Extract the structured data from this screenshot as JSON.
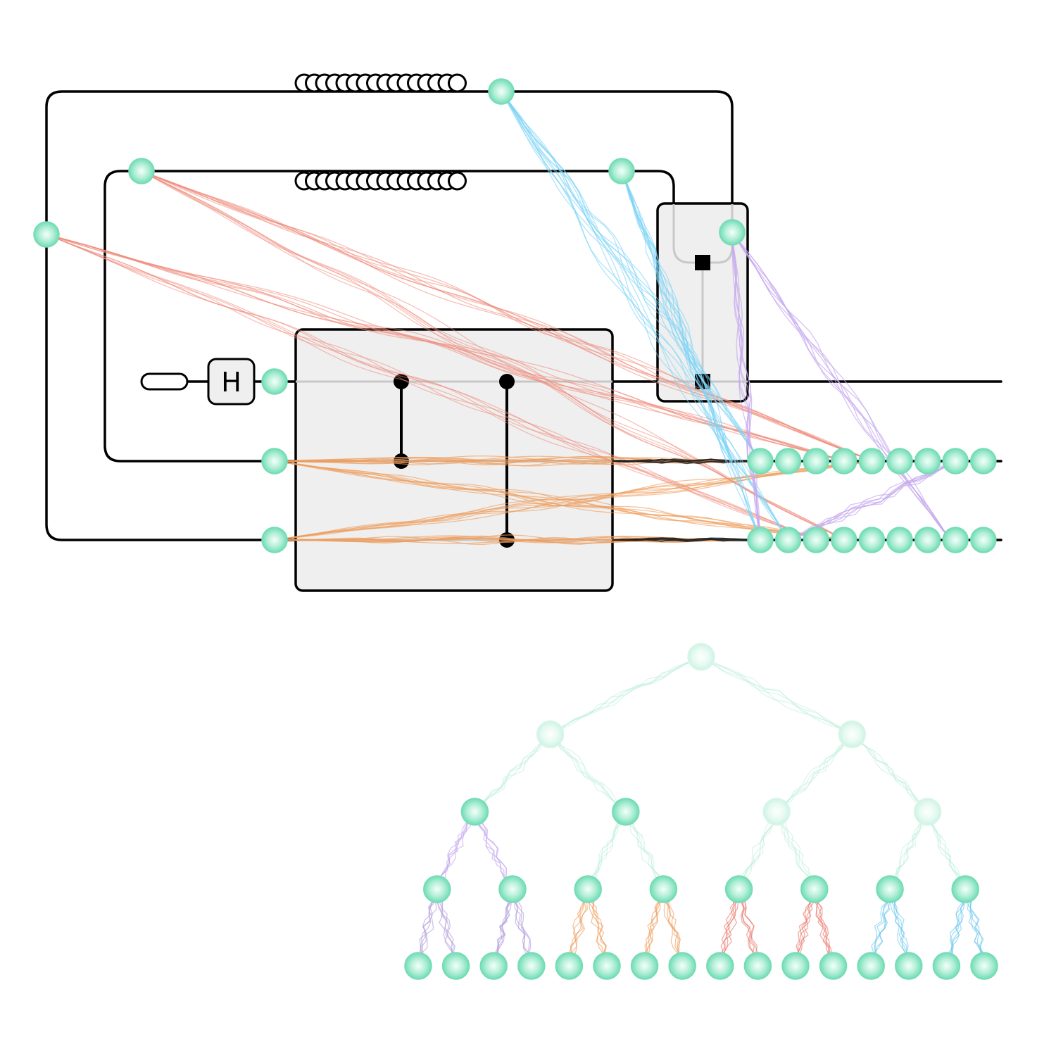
{
  "circuit": {
    "gate_label": "H",
    "outputs_per_wire": 9
  },
  "tree": {
    "levels": 5,
    "root_count": 1,
    "leaf_count": 16,
    "edge_colors": [
      "#b39ddb",
      "#ee9c5c",
      "#e8776a",
      "#6cc6ee"
    ]
  },
  "colors": {
    "node": "#7de3bd",
    "node_light": "#d7f5ea",
    "wire": "#000000",
    "box_fill": "#efefef",
    "strand_red": "#ef8a7a",
    "strand_orange": "#ee9c5c",
    "strand_blue": "#7fd3f5",
    "strand_purple": "#c6a9ee",
    "strand_mint": "#bfeedd"
  }
}
